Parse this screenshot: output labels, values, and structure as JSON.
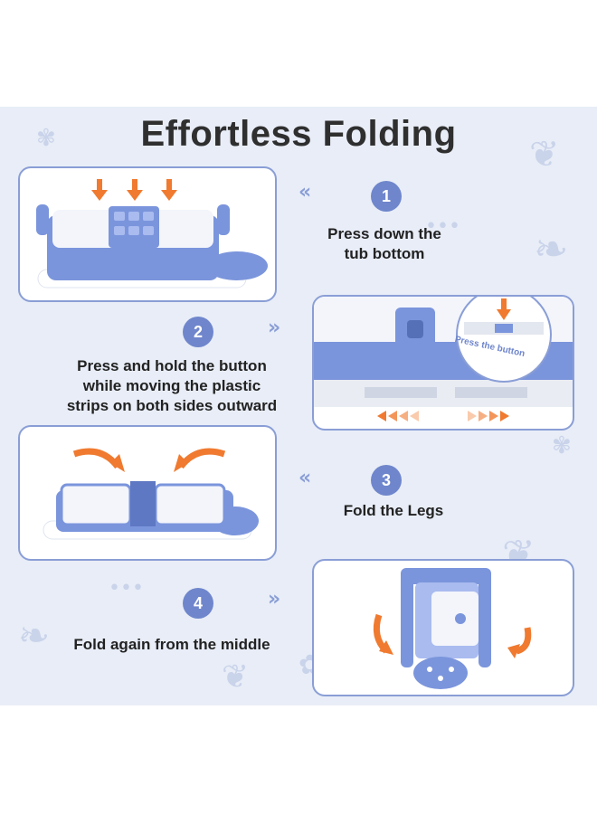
{
  "title": "Effortless Folding",
  "steps": [
    {
      "number": "1",
      "caption_lines": [
        "Press down the",
        "tub bottom"
      ]
    },
    {
      "number": "2",
      "caption_lines": [
        "Press and hold the button",
        "while moving the plastic",
        "strips on both sides outward"
      ]
    },
    {
      "number": "3",
      "caption_lines": [
        "Fold the Legs"
      ]
    },
    {
      "number": "4",
      "caption_lines": [
        "Fold again from the middle"
      ]
    }
  ],
  "chevron_glyph_left": "«",
  "chevron_glyph_right": "»",
  "inset_label": "Press the button",
  "colors": {
    "accent_blue": "#6f86cc",
    "panel_border": "#8a9ed6",
    "tub_blue": "#7b95dc",
    "arrow_orange": "#f07a2f",
    "background": "#e8edf7"
  }
}
